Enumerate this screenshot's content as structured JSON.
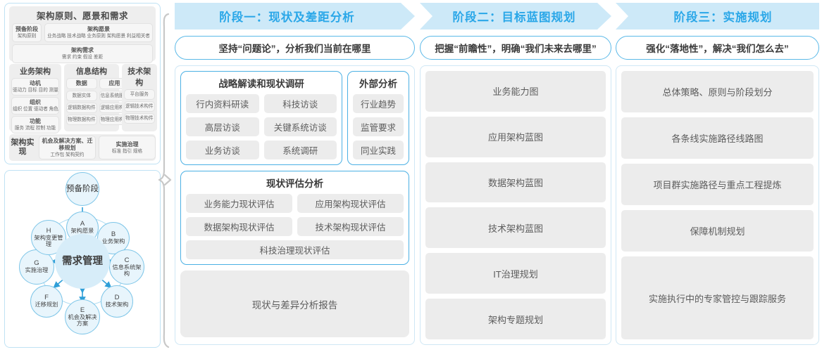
{
  "left_panel": {
    "togaf": {
      "section1": {
        "title": "架构原则、愿景和需求",
        "prep": {
          "title": "预备阶段",
          "sub": "架构原则"
        },
        "vision": {
          "title": "架构愿景",
          "sub": "业务战略 技术战略 业务原则 架构愿景 利益相关者"
        },
        "requirement": {
          "title": "架构需求",
          "sub": "需求    约束    假设    差距"
        }
      },
      "columns": [
        {
          "title": "业务架构",
          "blocks": [
            {
              "title": "动机",
              "sub": "驱动力 目标 目的 测量"
            },
            {
              "title": "组织",
              "sub": "组织 位置 驱动者 角色"
            },
            {
              "title": "功能",
              "sub": "服务 流程 控制 功能"
            }
          ]
        },
        {
          "title": "信息结构",
          "left_items": [
            "数据",
            "数据实体",
            "逻辑数据构件",
            "物理数据构件"
          ],
          "right_items": [
            "应用",
            "信息系统服务",
            "逻辑应用构件",
            "物理应用构件"
          ]
        },
        {
          "title": "技术架构",
          "items": [
            "平台服务",
            "逻辑技术构件",
            "物理技术构件"
          ]
        }
      ],
      "section3": {
        "label": "架构实现",
        "blocks": [
          {
            "title": "机会及解决方案、迁移规划",
            "sub": "工作包  架构契约"
          },
          {
            "title": "实施治理",
            "sub": "标准  指引  规格"
          }
        ]
      }
    },
    "adm": {
      "preliminary": "预备阶段",
      "center": "需求管理",
      "phases": [
        {
          "letter": "A",
          "name": "架构愿景"
        },
        {
          "letter": "B",
          "name": "业务架构"
        },
        {
          "letter": "C",
          "name": "信息系统架构"
        },
        {
          "letter": "D",
          "name": "技术架构"
        },
        {
          "letter": "E",
          "name": "机会及解决方案"
        },
        {
          "letter": "F",
          "name": "迁移规划"
        },
        {
          "letter": "G",
          "name": "实施治理"
        },
        {
          "letter": "H",
          "name": "架构变更管理"
        }
      ]
    }
  },
  "phases": [
    {
      "header": "阶段一：现状及差距分析",
      "slogan": "坚持“问题论”，分析我们当前在哪里",
      "group_strategy": {
        "title": "战略解读和现状调研",
        "rows": [
          [
            "行内资料研读",
            "科技访谈"
          ],
          [
            "高层访谈",
            "关键系统访谈"
          ],
          [
            "业务访谈",
            "系统调研"
          ]
        ]
      },
      "group_external": {
        "title": "外部分析",
        "items": [
          "行业趋势",
          "监管要求",
          "同业实践"
        ]
      },
      "group_assessment": {
        "title": "现状评估分析",
        "rows": [
          [
            "业务能力现状评估",
            "应用架构现状评估"
          ],
          [
            "数据架构现状评估",
            "技术架构现状评估"
          ]
        ],
        "full": "科技治理现状评估"
      },
      "report": "现状与差异分析报告"
    },
    {
      "header": "阶段二：目标蓝图规划",
      "slogan": "把握“前瞻性”，明确“我们未来去哪里”",
      "items": [
        "业务能力图",
        "应用架构蓝图",
        "数据架构蓝图",
        "技术架构蓝图",
        "IT治理规划",
        "架构专题规划"
      ]
    },
    {
      "header": "阶段三：实施规划",
      "slogan": "强化“落地性”，解决“我们怎么去”",
      "items": [
        "总体策略、原则与阶段划分",
        "各条线实施路径线路图",
        "项目群实施路径与重点工程提炼",
        "保障机制规划",
        "实施执行中的专家管控与跟踪服务"
      ]
    }
  ],
  "colors": {
    "header_band": "#cde9f8",
    "header_text": "#2aa7e8",
    "accent_border": "#4bb0e4",
    "tile_bg": "#ececec",
    "panel_border": "#cfe7f5",
    "node_fill": "#e8f5fc",
    "node_border": "#7fc6e8",
    "center_fill": "#d7edf9",
    "brace": "#c8c8c8"
  }
}
